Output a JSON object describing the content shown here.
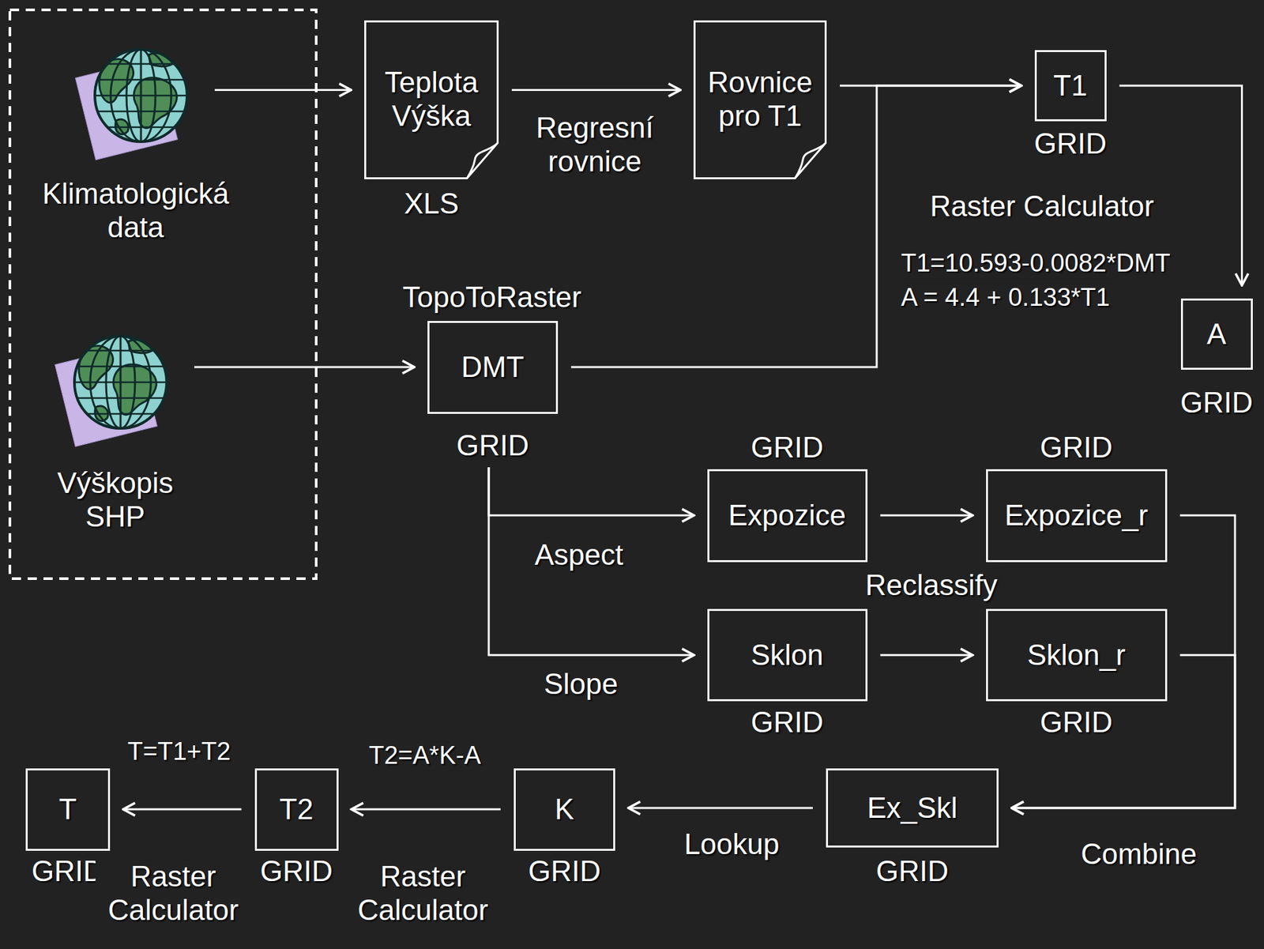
{
  "diagram": {
    "nodes": [
      {
        "text": [
          "Klimatologická data"
        ]
      },
      {
        "text": [
          "Teplota Výška",
          "XLS"
        ]
      },
      {
        "text": [
          "Rovnice pro T1"
        ]
      },
      {
        "text": [
          "T1",
          "GRID"
        ]
      },
      {
        "text": [
          "Výškopis SHP"
        ]
      },
      {
        "text": [
          "DMT",
          "GRID"
        ]
      },
      {
        "text": [
          "A",
          "GRID"
        ]
      },
      {
        "text": [
          "GRID",
          "Expozice"
        ]
      },
      {
        "text": [
          "GRID",
          "Expozice_r"
        ]
      },
      {
        "text": [
          "Sklon",
          "GRID"
        ]
      },
      {
        "text": [
          "Sklon_r",
          "GRID"
        ]
      },
      {
        "text": [
          "T",
          "GRID"
        ]
      },
      {
        "text": [
          "T2",
          "GRID"
        ]
      },
      {
        "text": [
          "K",
          "GRID"
        ]
      },
      {
        "text": [
          "Ex_Skl",
          "GRID"
        ]
      }
    ],
    "edges": [
      {
        "from": 0,
        "to": 1,
        "arrow": "to"
      },
      {
        "from": 1,
        "to": 2,
        "label": "Regresní rovnice",
        "arrow": "to"
      },
      {
        "from": 2,
        "to": 3,
        "arrow": "to"
      },
      {
        "from": 5,
        "to": 3,
        "arrow": "to"
      },
      {
        "from": 3,
        "to": 6,
        "arrow": "to"
      },
      {
        "from": 4,
        "to": 5,
        "arrow": "to"
      },
      {
        "from": 5,
        "to": 7,
        "label": "Aspect",
        "arrow": "to"
      },
      {
        "from": 5,
        "to": 9,
        "label": "Slope",
        "arrow": "to"
      },
      {
        "from": 7,
        "to": 8,
        "arrow": "to"
      },
      {
        "from": 9,
        "to": 10,
        "arrow": "to"
      },
      {
        "from": 8,
        "to": 14,
        "arrow": "to"
      },
      {
        "from": 10,
        "to": 14,
        "arrow": "to"
      },
      {
        "from": 14,
        "to": 13,
        "label": "Lookup",
        "arrow": "to"
      },
      {
        "from": 13,
        "to": 12,
        "arrow": "to"
      },
      {
        "from": 12,
        "to": 11,
        "arrow": "to"
      }
    ],
    "labels": [
      "Raster Calculator",
      "T1=10.593-0.0082*DMT",
      "A = 4.4 + 0.133*T1",
      "TopoToRaster",
      "Reclassify",
      "Combine",
      "T2=A*K-A",
      "T=T1+T2",
      "Raster Calculator",
      "Raster Calculator"
    ]
  }
}
